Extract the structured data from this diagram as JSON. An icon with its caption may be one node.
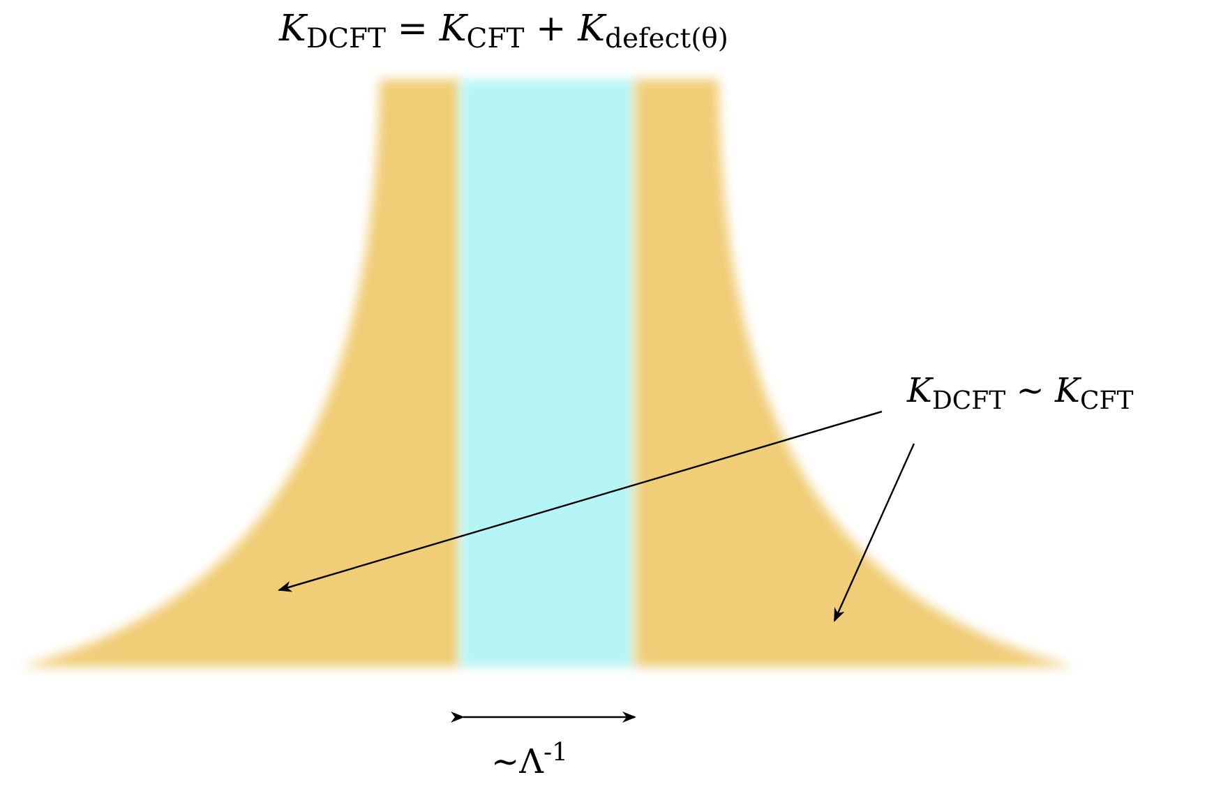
{
  "diagram": {
    "title": "*K*$_{DCFT}$ = *K*$_{CFT}$ + *K*$_{defect(θ)}$",
    "nodes": [
      {
        "text": [
          "*K*$_{DCFT}$ ∼ *K*$_{CFT}$"
        ]
      },
      {
        "text": [],
        "shape": "band"
      },
      {
        "text": [],
        "shape": "band"
      },
      {
        "text": [],
        "shape": "band"
      }
    ],
    "edges": [
      {
        "from": 0,
        "to": 1,
        "arrow": "to"
      },
      {
        "from": 0,
        "to": 3,
        "arrow": "to"
      }
    ],
    "labels": [
      "∼Λ$^{-1}$"
    ]
  }
}
